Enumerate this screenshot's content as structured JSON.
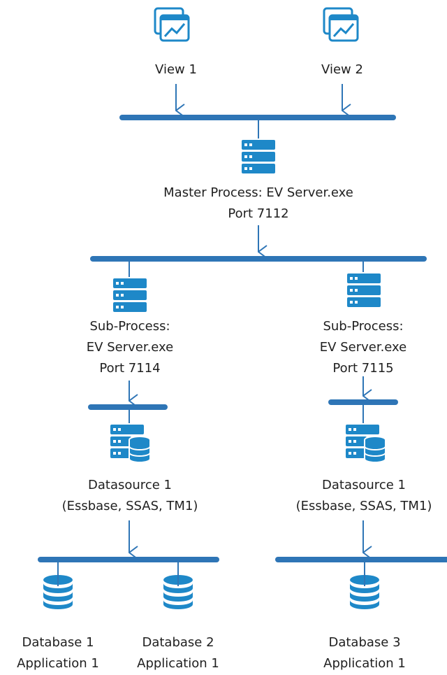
{
  "colors": {
    "accent": "#2e75b6",
    "icon_blue": "#1e88c8",
    "text": "#1f1f1f"
  },
  "nodes": {
    "view1": {
      "label": "View 1",
      "icon": "chart-window-icon"
    },
    "view2": {
      "label": "View 2",
      "icon": "chart-window-icon"
    },
    "master": {
      "line1": "Master Process: EV Server.exe",
      "line2": "Port 7112",
      "icon": "server-icon"
    },
    "sub1": {
      "line1": "Sub-Process:",
      "line2": "EV Server.exe",
      "line3": "Port 7114",
      "icon": "server-icon"
    },
    "sub2": {
      "line1": "Sub-Process:",
      "line2": "EV Server.exe",
      "line3": "Port 7115",
      "icon": "server-icon"
    },
    "ds1": {
      "line1": "Datasource 1",
      "line2": "(Essbase, SSAS, TM1)",
      "icon": "server-database-icon"
    },
    "ds2": {
      "line1": "Datasource 1",
      "line2": "(Essbase, SSAS, TM1)",
      "icon": "server-database-icon"
    },
    "db1": {
      "line1": "Database 1",
      "line2": "Application 1",
      "icon": "database-icon"
    },
    "db2": {
      "line1": "Database 2",
      "line2": "Application 1",
      "icon": "database-icon"
    },
    "db3": {
      "line1": "Database 3",
      "line2": "Application 1",
      "icon": "database-icon"
    }
  }
}
